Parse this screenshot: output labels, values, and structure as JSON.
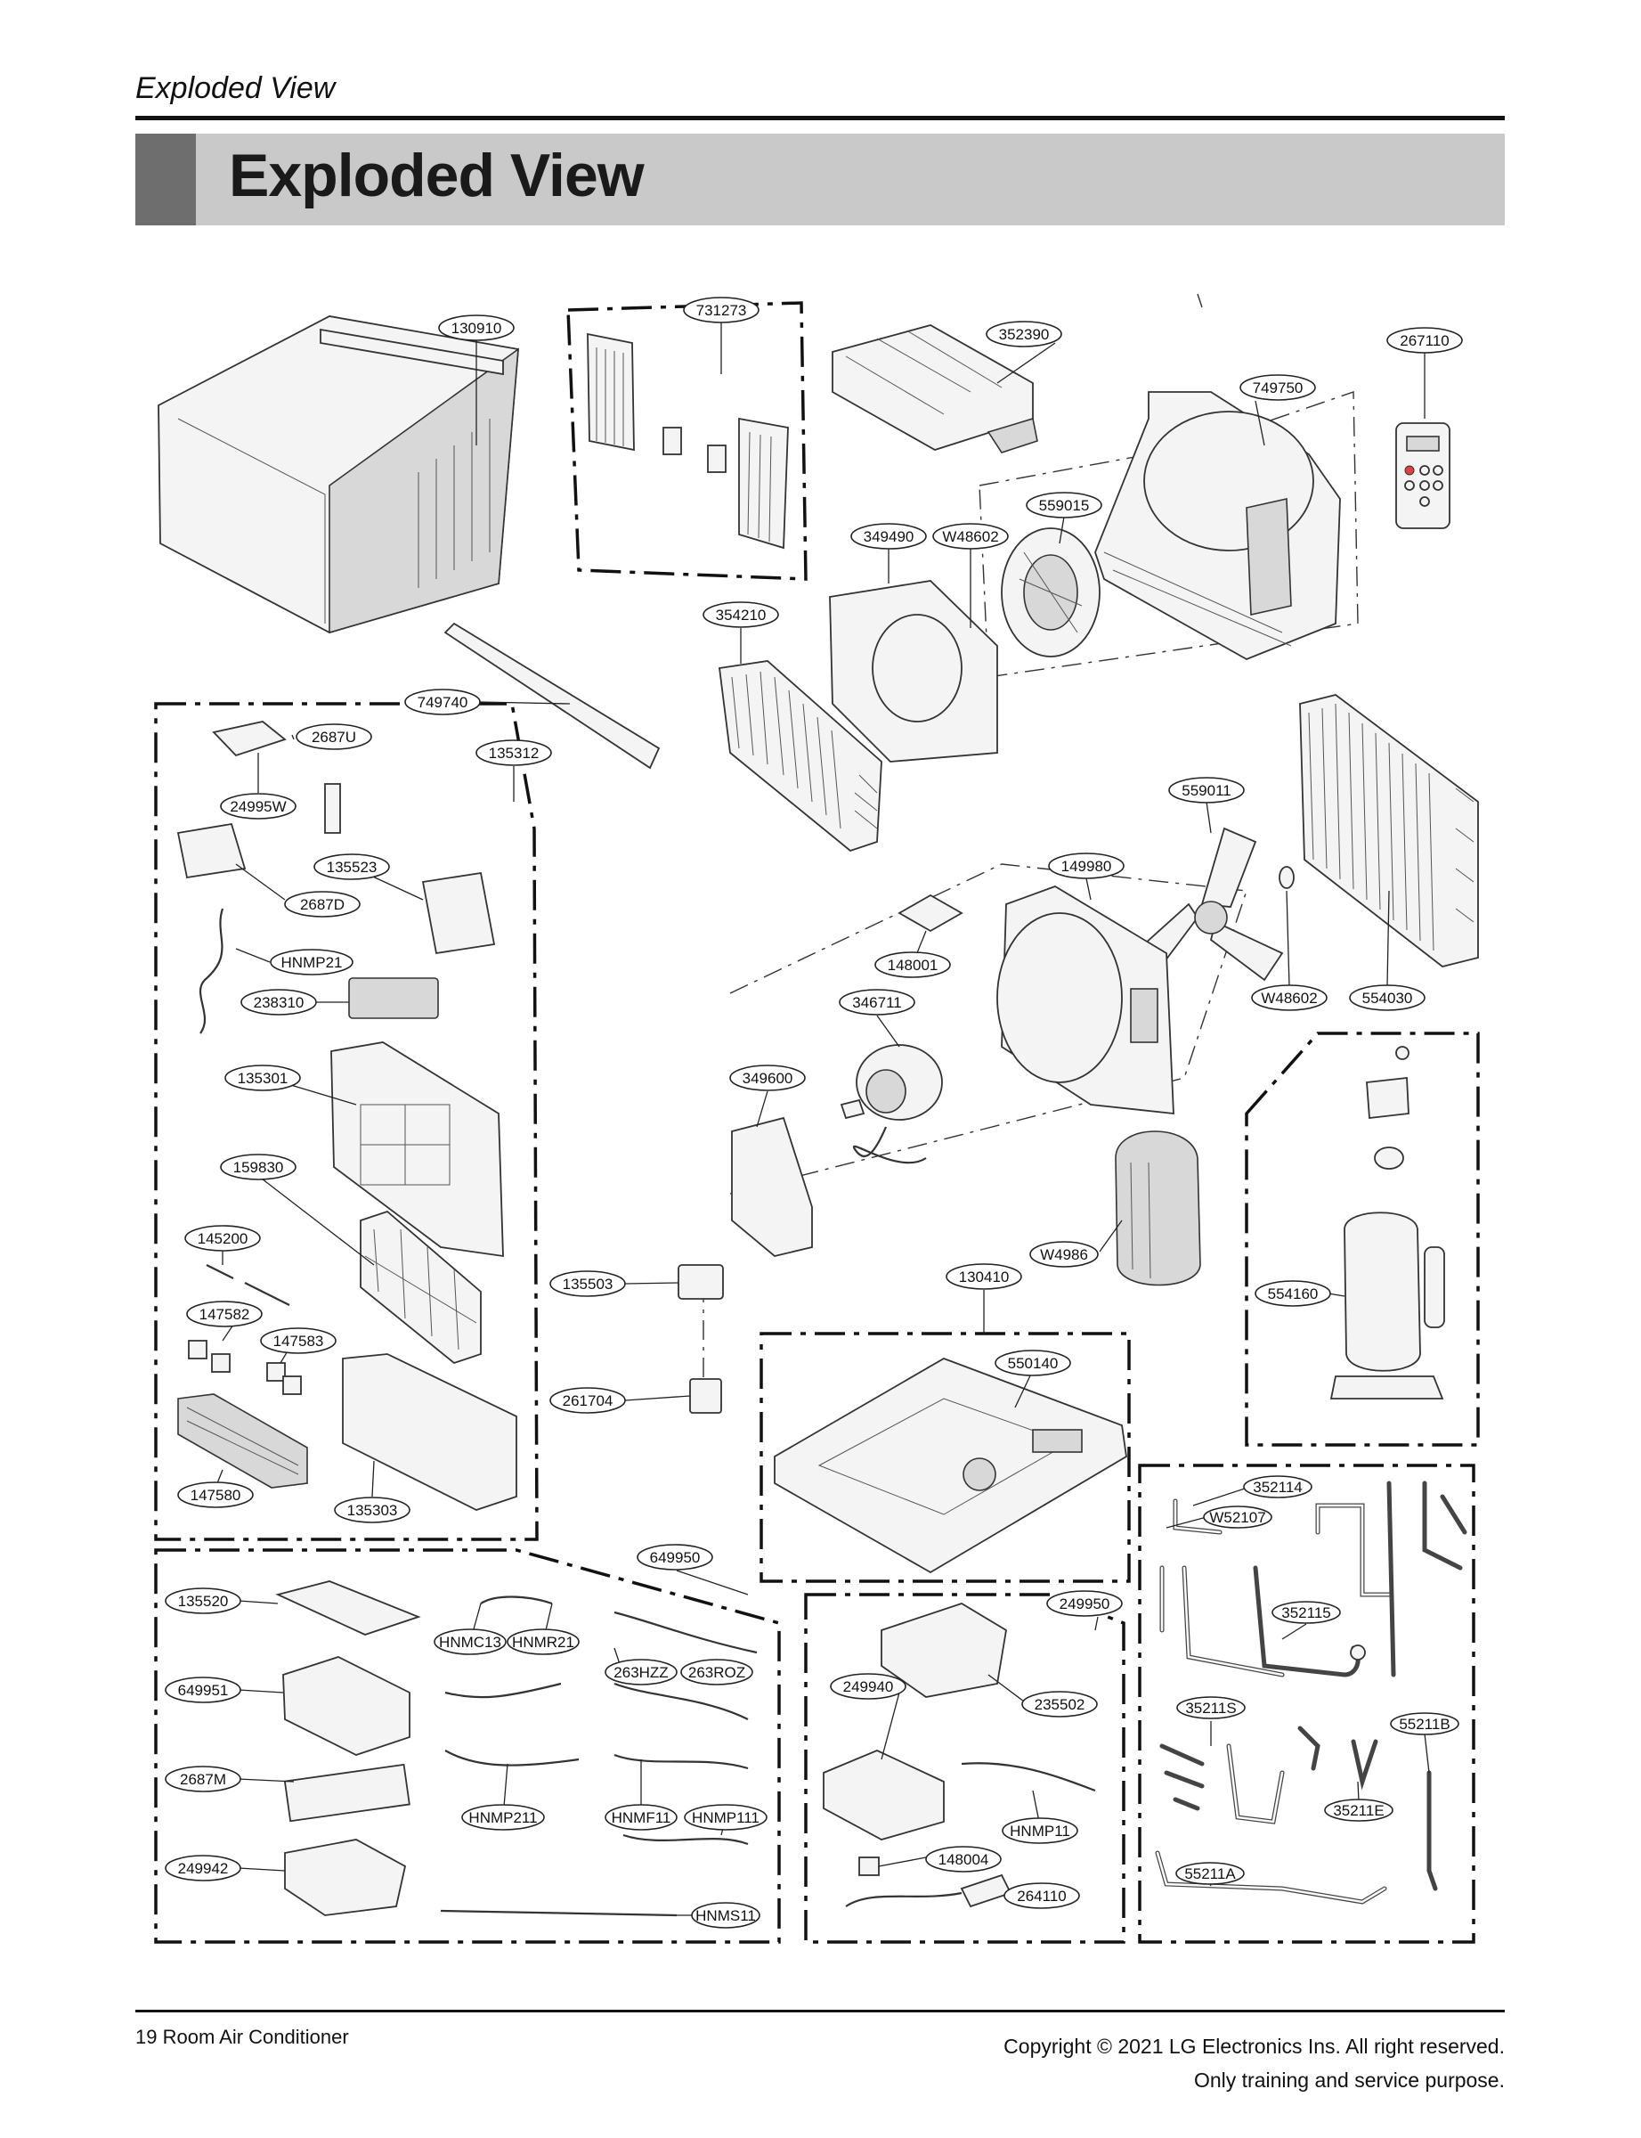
{
  "header": {
    "section": "Exploded View",
    "title": "Exploded View"
  },
  "footer": {
    "left": "19 Room Air Conditioner",
    "right_line1": "Copyright © 2021 LG Electronics Ins. All right reserved.",
    "right_line2": "Only training and service purpose."
  },
  "callouts": {
    "p130910": "130910",
    "p731273": "731273",
    "p352390": "352390",
    "p267110": "267110",
    "p749750": "749750",
    "p559015": "559015",
    "p349490": "349490",
    "pW48602a": "W48602",
    "p354210": "354210",
    "p749740": "749740",
    "p2687U": "2687U",
    "p135312": "135312",
    "p24995W": "24995W",
    "p135523": "135523",
    "p2687D": "2687D",
    "pHNMP21": "HNMP21",
    "p238310": "238310",
    "p135301": "135301",
    "p159830": "159830",
    "p145200": "145200",
    "p147582": "147582",
    "p147583": "147583",
    "p147580": "147580",
    "p135303": "135303",
    "p559011": "559011",
    "p149980": "149980",
    "p148001": "148001",
    "p346711": "346711",
    "pW48602b": "W48602",
    "p554030": "554030",
    "p349600": "349600",
    "pW4986": "W4986",
    "p130410": "130410",
    "p135503": "135503",
    "p261704": "261704",
    "p550140": "550140",
    "p554160": "554160",
    "p352114": "352114",
    "pW52107": "W52107",
    "p352115": "352115",
    "p35211S": "35211S",
    "p55211B": "55211B",
    "p35211E": "35211E",
    "p55211A": "55211A",
    "p649950": "649950",
    "p135520": "135520",
    "pHNMC13": "HNMC13",
    "pHNMR21": "HNMR21",
    "p263HZZ": "263HZZ",
    "p263ROZ": "263ROZ",
    "p649951": "649951",
    "p2687M": "2687M",
    "pHNMP211": "HNMP211",
    "pHNMF11": "HNMF11",
    "pHNMP111": "HNMP111",
    "p249942": "249942",
    "pHNMS11": "HNMS11",
    "p249950": "249950",
    "p249940": "249940",
    "p235502": "235502",
    "pHNMP11": "HNMP11",
    "p148004": "148004",
    "p264110": "264110"
  }
}
